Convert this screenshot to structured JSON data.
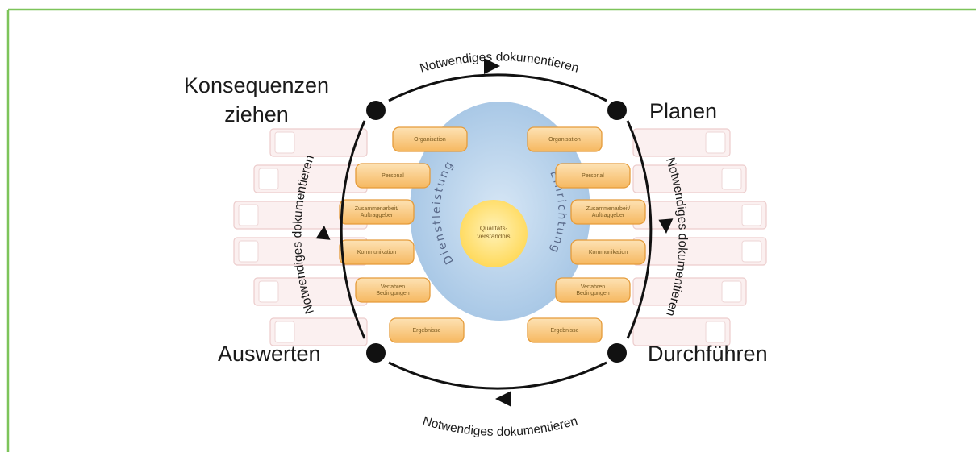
{
  "colors": {
    "border": "#7dc45a",
    "cycle_line": "#111111",
    "center_blue": "#b9d3ea",
    "center_yellow": "#ffe07a",
    "box_orange": "#f8c47a",
    "book_pink": "#f2d4d4"
  },
  "stages": {
    "top_left": "Konsequenzen\nziehen",
    "top_right": "Planen",
    "bottom_right": "Durchführen",
    "bottom_left": "Auswerten"
  },
  "arc_labels": {
    "top": "Notwendiges dokumentieren",
    "right": "Notwendiges dokumentieren",
    "bottom": "Notwendiges dokumentieren",
    "left": "Notwendiges dokumentieren"
  },
  "center": {
    "core": "Qualitäts-\nverständnis",
    "left_ring": "Dienstleistung",
    "right_ring": "Einrichtung"
  },
  "boxes_left": [
    "Organisation",
    "Personal",
    "Zusammenarbeit/\nAuftraggeber",
    "Kommunikation",
    "Verfahren\nBedingungen",
    "Ergebnisse"
  ],
  "boxes_right": [
    "Organisation",
    "Personal",
    "Zusammenarbeit/\nAuftraggeber",
    "Kommunikation",
    "Verfahren\nBedingungen",
    "Ergebnisse"
  ]
}
